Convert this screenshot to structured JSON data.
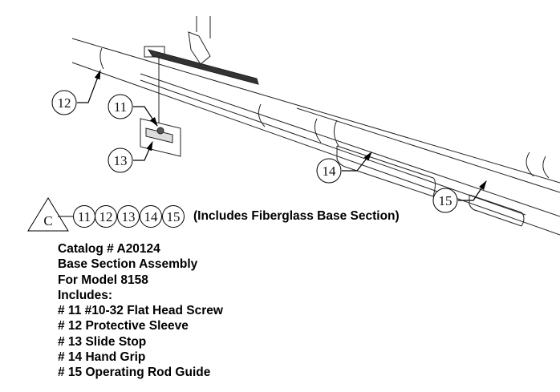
{
  "diagram": {
    "callouts": [
      "11",
      "12",
      "13",
      "14",
      "15"
    ],
    "assembly_letter": "C",
    "legend_note": "(Includes Fiberglass Base Section)"
  },
  "description": {
    "catalog": "Catalog # A20124",
    "title": "Base Section Assembly",
    "model": "For Model 8158",
    "includes_label": "Includes:",
    "parts": [
      "# 11 #10-32 Flat Head Screw",
      "# 12 Protective Sleeve",
      "# 13 Slide Stop",
      "# 14 Hand Grip",
      "# 15 Operating Rod Guide"
    ]
  }
}
